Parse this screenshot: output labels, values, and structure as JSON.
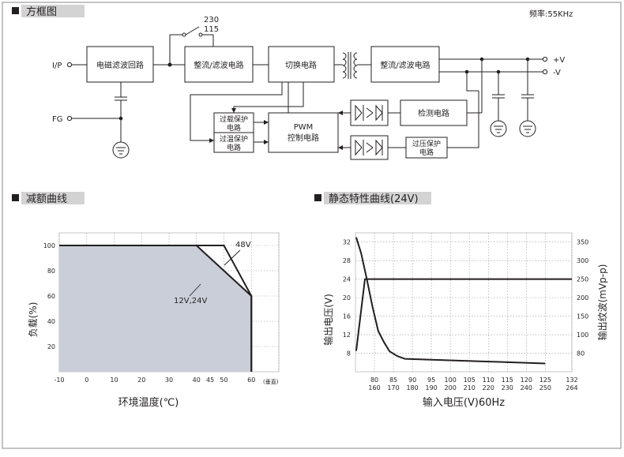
{
  "header": {
    "title": "方框图",
    "frequency": "频率:55KHz"
  },
  "block_diagram": {
    "inputs": {
      "ip": "I/P",
      "fg": "FG"
    },
    "outputs": {
      "positive": "+V",
      "negative": "-V"
    },
    "switch": {
      "v230": "230",
      "v115": "115"
    },
    "blocks": {
      "emi_filter": "电磁滤波回路",
      "rectifier_in": "整流/滤波电路",
      "switching": "切换电路",
      "rectifier_out": "整流/滤波电路",
      "detection": "检测电路",
      "overload_line1": "过载保护",
      "overload_line2": "电路",
      "overtemp_line1": "过温保护",
      "overtemp_line2": "电路",
      "pwm_line1": "PWM",
      "pwm_line2": "控制电路",
      "overvoltage_line1": "过压保护",
      "overvoltage_line2": "电路"
    }
  },
  "derating": {
    "section_title": "减额曲线",
    "chart_data": {
      "type": "area",
      "xlabel": "环境温度(℃)",
      "xunit_note": "(垂直)",
      "ylabel": "负载(%)",
      "x_ticks": [
        "-10",
        "0",
        "10",
        "20",
        "30",
        "40",
        "45",
        "50",
        "60"
      ],
      "y_ticks": [
        "20",
        "40",
        "60",
        "80",
        "100"
      ],
      "xlim": [
        -10,
        70
      ],
      "ylim": [
        0,
        110
      ],
      "grid": true,
      "series": [
        {
          "name": "48V",
          "x": [
            -10,
            50,
            60,
            60
          ],
          "y": [
            100,
            100,
            60,
            0
          ]
        },
        {
          "name": "12V,24V",
          "x": [
            -10,
            40,
            60,
            60
          ],
          "y": [
            100,
            100,
            60,
            0
          ]
        }
      ]
    }
  },
  "static": {
    "section_title": "静态特性曲线(24V)",
    "chart_data": {
      "type": "line",
      "xlabel": "输入电压(V)60Hz",
      "ylabel_left": "输出电压(V)",
      "ylabel_right": "输出纹波(mVp-p)",
      "x_ticks": [
        {
          "top": "80",
          "bottom": "160"
        },
        {
          "top": "85",
          "bottom": "170"
        },
        {
          "top": "90",
          "bottom": "180"
        },
        {
          "top": "95",
          "bottom": "190"
        },
        {
          "top": "100",
          "bottom": "200"
        },
        {
          "top": "105",
          "bottom": "210"
        },
        {
          "top": "110",
          "bottom": "220"
        },
        {
          "top": "115",
          "bottom": "230"
        },
        {
          "top": "120",
          "bottom": "240"
        },
        {
          "top": "125",
          "bottom": "250"
        },
        {
          "top": "132",
          "bottom": "264"
        }
      ],
      "x_positions": [
        80,
        85,
        90,
        95,
        100,
        105,
        110,
        115,
        120,
        125,
        132
      ],
      "xlim": [
        75,
        132
      ],
      "y_left_ticks": [
        "8",
        "12",
        "16",
        "20",
        "24",
        "28",
        "32"
      ],
      "y_left_lim": [
        4,
        34
      ],
      "y_right_ticks": [
        "80",
        "100",
        "150",
        "200",
        "250",
        "300",
        "350"
      ],
      "y_right_values": [
        80,
        100,
        150,
        200,
        250,
        300,
        350
      ],
      "grid": true,
      "series": [
        {
          "axis": "left",
          "x": [
            75.2,
            77.5,
            132
          ],
          "y": [
            8.5,
            24,
            24
          ]
        },
        {
          "axis": "right",
          "x": [
            75.2,
            76.5,
            78,
            79.5,
            81,
            82.5,
            84,
            86,
            88,
            95,
            110,
            125
          ],
          "y": [
            363,
            320,
            250,
            175,
            110,
            92,
            82,
            77,
            74,
            73,
            71,
            69
          ]
        }
      ]
    }
  }
}
